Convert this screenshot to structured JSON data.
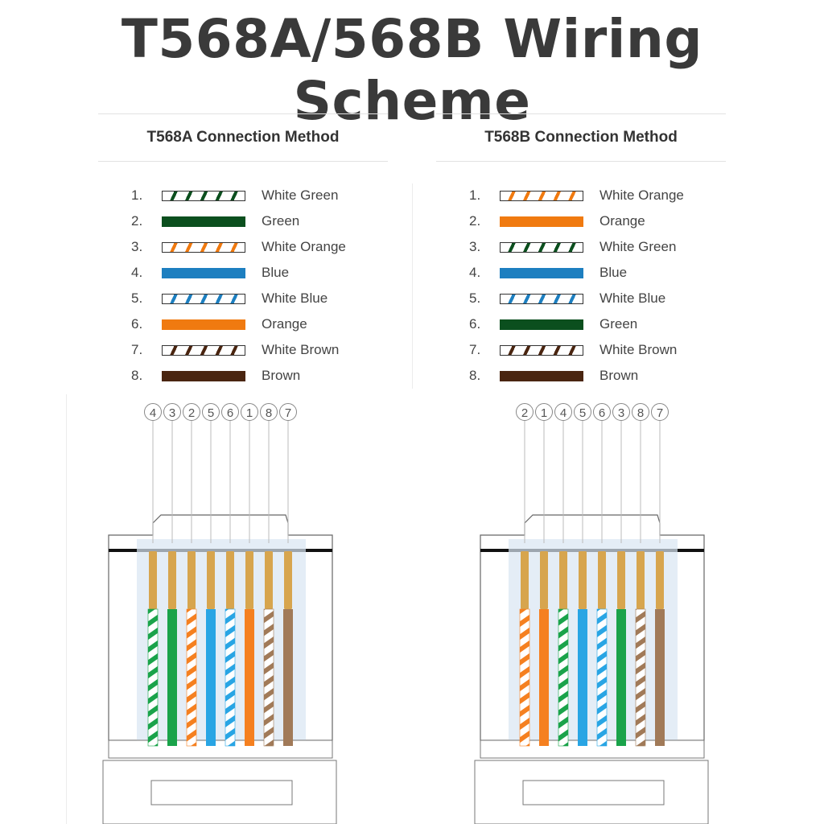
{
  "title": "T568A/568B Wiring Scheme",
  "colors": {
    "white": "#ffffff",
    "green": "#0b4f1e",
    "orange": "#f07a10",
    "blue": "#1d7fc0",
    "brown": "#4a2510",
    "plug_green": "#1aa34a",
    "plug_orange": "#f58020",
    "plug_blue": "#29a5e4",
    "plug_brown": "#a17a58",
    "contact_gold": "#d7a54e"
  },
  "t568a": {
    "heading": "T568A Connection Method",
    "pins": [
      {
        "num": "1.",
        "label": "White Green",
        "color": "green",
        "striped": true
      },
      {
        "num": "2.",
        "label": "Green",
        "color": "green",
        "striped": false
      },
      {
        "num": "3.",
        "label": "White Orange",
        "color": "orange",
        "striped": true
      },
      {
        "num": "4.",
        "label": "Blue",
        "color": "blue",
        "striped": false
      },
      {
        "num": "5.",
        "label": "White Blue",
        "color": "blue",
        "striped": true
      },
      {
        "num": "6.",
        "label": "Orange",
        "color": "orange",
        "striped": false
      },
      {
        "num": "7.",
        "label": "White Brown",
        "color": "brown",
        "striped": true
      },
      {
        "num": "8.",
        "label": "Brown",
        "color": "brown",
        "striped": false
      }
    ],
    "connector_order": [
      "4",
      "3",
      "2",
      "5",
      "6",
      "1",
      "8",
      "7"
    ],
    "wires": [
      {
        "color": "green",
        "striped": true
      },
      {
        "color": "green",
        "striped": false
      },
      {
        "color": "orange",
        "striped": true
      },
      {
        "color": "blue",
        "striped": false
      },
      {
        "color": "blue",
        "striped": true
      },
      {
        "color": "orange",
        "striped": false
      },
      {
        "color": "brown",
        "striped": true
      },
      {
        "color": "brown",
        "striped": false
      }
    ]
  },
  "t568b": {
    "heading": "T568B Connection Method",
    "pins": [
      {
        "num": "1.",
        "label": "White Orange",
        "color": "orange",
        "striped": true
      },
      {
        "num": "2.",
        "label": "Orange",
        "color": "orange",
        "striped": false
      },
      {
        "num": "3.",
        "label": "White Green",
        "color": "green",
        "striped": true
      },
      {
        "num": "4.",
        "label": "Blue",
        "color": "blue",
        "striped": false
      },
      {
        "num": "5.",
        "label": "White Blue",
        "color": "blue",
        "striped": true
      },
      {
        "num": "6.",
        "label": "Green",
        "color": "green",
        "striped": false
      },
      {
        "num": "7.",
        "label": "White Brown",
        "color": "brown",
        "striped": true
      },
      {
        "num": "8.",
        "label": "Brown",
        "color": "brown",
        "striped": false
      }
    ],
    "connector_order": [
      "2",
      "1",
      "4",
      "5",
      "6",
      "3",
      "8",
      "7"
    ],
    "wires": [
      {
        "color": "orange",
        "striped": true
      },
      {
        "color": "orange",
        "striped": false
      },
      {
        "color": "green",
        "striped": true
      },
      {
        "color": "blue",
        "striped": false
      },
      {
        "color": "blue",
        "striped": true
      },
      {
        "color": "green",
        "striped": false
      },
      {
        "color": "brown",
        "striped": true
      },
      {
        "color": "brown",
        "striped": false
      }
    ]
  }
}
